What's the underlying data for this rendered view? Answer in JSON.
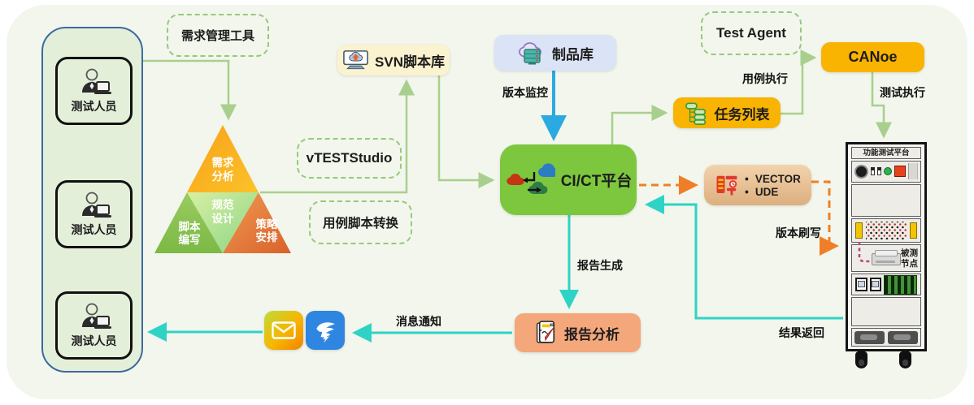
{
  "actors": {
    "items": [
      {
        "label": "测试人员"
      },
      {
        "label": "测试人员"
      },
      {
        "label": "测试人员"
      }
    ]
  },
  "nodes": {
    "req_tool": "需求管理工具",
    "svn": "SVN脚本库",
    "vteststudio": "vTESTStudio",
    "convert": "用例脚本转换",
    "artifact": "制品库",
    "cict": "CI/CT平台",
    "task_list": "任务列表",
    "test_agent": "Test Agent",
    "canoe": "CANoe",
    "vector_ude": {
      "bullet": "•",
      "item1": "VECTOR",
      "item2": "UDE"
    },
    "report": "报告分析"
  },
  "pyramid": {
    "req": {
      "l1": "需求",
      "l2": "分析"
    },
    "spec": {
      "l1": "规范",
      "l2": "设计"
    },
    "script": {
      "l1": "脚本",
      "l2": "编写"
    },
    "strategy": {
      "l1": "策略",
      "l2": "安排"
    }
  },
  "edges": {
    "version_monitor": "版本监控",
    "case_exec": "用例执行",
    "test_exec": "测试执行",
    "version_flash": "版本刷写",
    "report_gen": "报告生成",
    "msg_notify": "消息通知",
    "result_return": "结果返回"
  },
  "rack": {
    "title": "功能测试平台",
    "dut": {
      "l1": "被测",
      "l2": "节点"
    }
  },
  "icons": {
    "actor": "person-laptop",
    "svn": "monitor-cloud-upload",
    "artifact": "cloud-server",
    "cict": "cloud-sync-clouds",
    "task_list": "task-tree",
    "vector_ude": "red-toolkit",
    "report": "notebook-pencil",
    "mail": "envelope",
    "dingtalk": "dingtalk-wing"
  },
  "colors": {
    "canvas_bg": "#F2F6EC",
    "actor_panel_bg": "#E4EFDA",
    "actor_panel_border": "#3C6A9E",
    "green_arrow": "#A9CF8E",
    "blue_arrow": "#2BA9E1",
    "teal_arrow": "#2ED3C6",
    "orange_arrow": "#F07E26",
    "cict_green": "#7DC73E",
    "node_yellow": "#F9B301",
    "report_salmon": "#F4A77B",
    "svn_cream": "#FBF2CF",
    "artifact_lavender": "#DBE3F6",
    "pyramid_top": "#F9A91D",
    "pyramid_mid": "#A9DE8C",
    "pyramid_left": "#85C14F",
    "pyramid_right": "#E1793B"
  }
}
